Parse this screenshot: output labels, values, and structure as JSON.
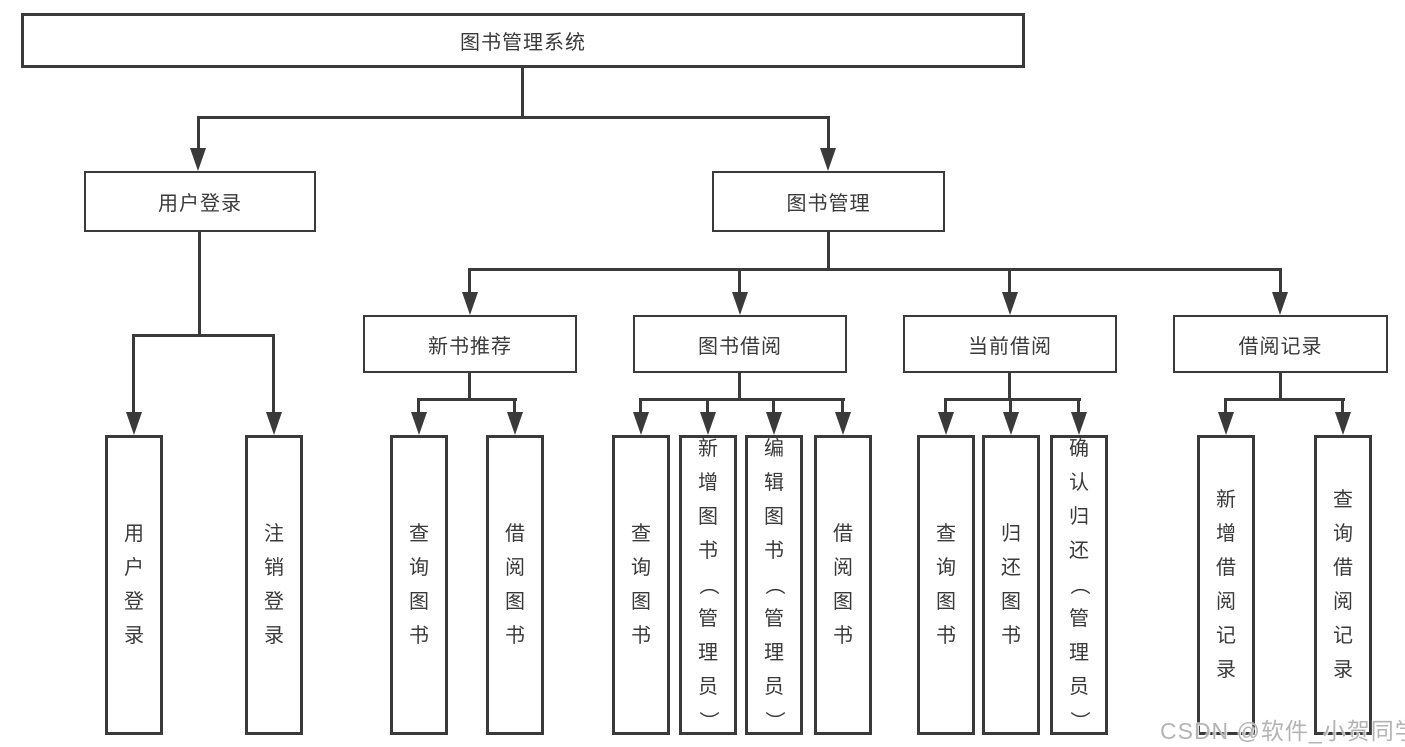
{
  "diagram": {
    "root": {
      "label": "图书管理系统"
    },
    "user_login": {
      "label": "用户登录",
      "leaves": [
        {
          "label": "用户登录"
        },
        {
          "label": "注销登录"
        }
      ]
    },
    "book_mgmt": {
      "label": "图书管理",
      "sections": [
        {
          "label": "新书推荐",
          "leaves": [
            {
              "label": "查询图书"
            },
            {
              "label": "借阅图书"
            }
          ]
        },
        {
          "label": "图书借阅",
          "leaves": [
            {
              "label": "查询图书"
            },
            {
              "label": "新增图书（管理员）"
            },
            {
              "label": "编辑图书（管理员）"
            },
            {
              "label": "借阅图书"
            }
          ]
        },
        {
          "label": "当前借阅",
          "leaves": [
            {
              "label": "查询图书"
            },
            {
              "label": "归还图书"
            },
            {
              "label": "确认归还（管理员）"
            }
          ]
        },
        {
          "label": "借阅记录",
          "leaves": [
            {
              "label": "新增借阅记录"
            },
            {
              "label": "查询借阅记录"
            }
          ]
        }
      ]
    },
    "watermark": "CSDN @软件_小贺同学",
    "colors": {
      "line": "#3a3a3a",
      "box_background": "#ffffff",
      "watermark_gray": "#b4b4b4"
    }
  }
}
